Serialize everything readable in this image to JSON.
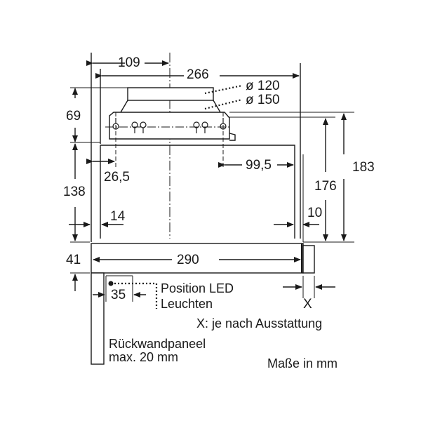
{
  "diagram": {
    "type": "technical-dimension-drawing",
    "subject": "Flachschirmhaube (telescopic range hood) side view",
    "colors": {
      "line": "#1a1a1a",
      "background": "#ffffff"
    }
  },
  "dimensions": {
    "d109": "109",
    "d266": "266",
    "d_o120": "ø 120",
    "d_o150": "ø 150",
    "d69": "69",
    "d183": "183",
    "d176": "176",
    "d26_5": "26,5",
    "d99_5": "99,5",
    "d138": "138",
    "d14": "14",
    "d10": "10",
    "d41": "41",
    "d290": "290",
    "d35": "35",
    "dX": "X"
  },
  "notes": {
    "led_line1": "Position LED",
    "led_line2": "Leuchten",
    "x_note": "X: je nach Ausstattung",
    "panel_line1": "Rückwandpaneel",
    "panel_line2": "max. 20 mm",
    "units": "Maße in mm"
  }
}
